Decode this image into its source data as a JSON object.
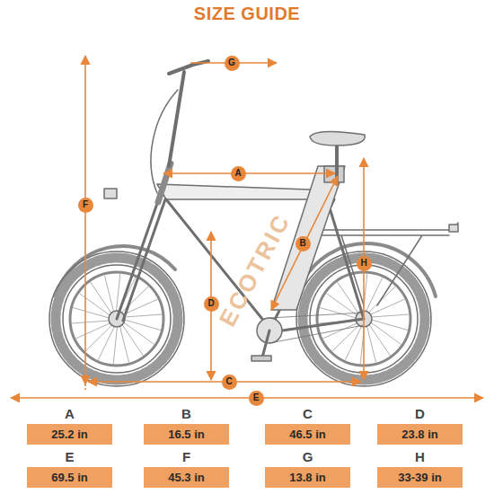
{
  "diagram": {
    "title": "SIZE GUIDE",
    "nodes": [
      {
        "text": [
          "G"
        ]
      },
      {
        "text": [
          "A"
        ]
      },
      {
        "text": [
          "F"
        ]
      },
      {
        "text": [
          "B"
        ]
      },
      {
        "text": [
          "H"
        ]
      },
      {
        "text": [
          "D"
        ]
      },
      {
        "text": [
          "C"
        ]
      },
      {
        "text": [
          "E"
        ]
      },
      {
        "text": [
          "A",
          "25.2 in"
        ]
      },
      {
        "text": [
          "B",
          "16.5 in"
        ]
      },
      {
        "text": [
          "C",
          "46.5 in"
        ]
      },
      {
        "text": [
          "D",
          "23.8 in"
        ]
      },
      {
        "text": [
          "E",
          "69.5 in"
        ]
      },
      {
        "text": [
          "F",
          "45.3 in"
        ]
      },
      {
        "text": [
          "G",
          "13.8 in"
        ]
      },
      {
        "text": [
          "H",
          "33-39 in"
        ]
      }
    ],
    "labels": [
      "ECOTRIC"
    ]
  }
}
